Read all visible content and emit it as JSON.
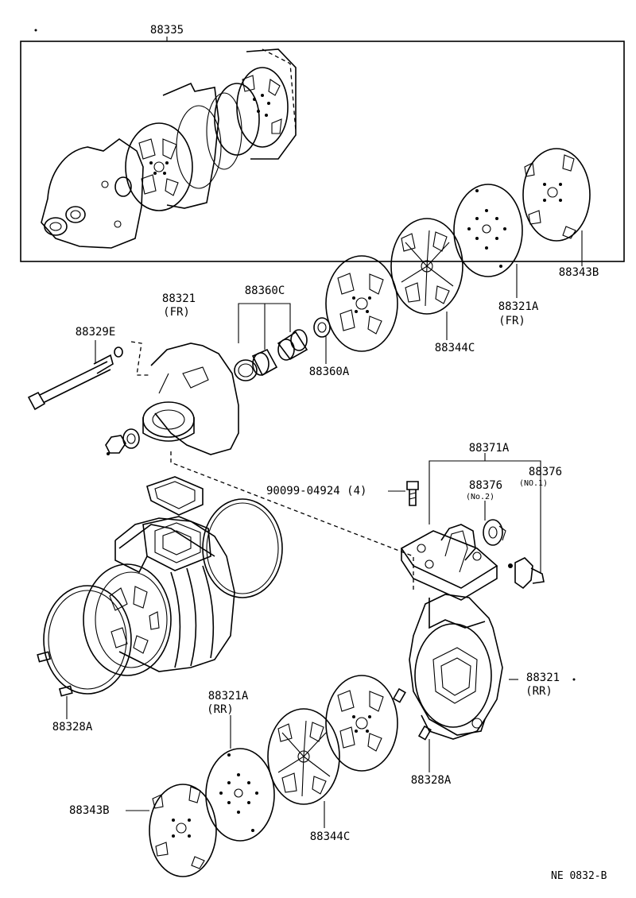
{
  "labels": {
    "kit": "88335",
    "pump_fr": "88321",
    "pump_fr_sub": "(FR)",
    "bolt": "88329E",
    "seal_kit": "88360C",
    "seal_ring": "88360A",
    "valve_344c_top": "88344C",
    "gasket_fr": "88321A",
    "gasket_fr_sub": "(FR)",
    "plate_343b_top": "88343B",
    "valve_assy": "88371A",
    "valve_no2": "88376",
    "valve_no2_sub": "(No.2)",
    "valve_no1": "88376",
    "valve_no1_sub": "(NO.1)",
    "screw": "90099-04924 (4)",
    "pump_rr": "88321",
    "pump_rr_sub": "(RR)",
    "gasket_rr": "88321A",
    "gasket_rr_sub": "(RR)",
    "pin_left": "88328A",
    "pin_right": "88328A",
    "plate_343b_bottom": "88343B",
    "valve_344c_bottom": "88344C",
    "drawing_code": "NE 0832-B"
  }
}
